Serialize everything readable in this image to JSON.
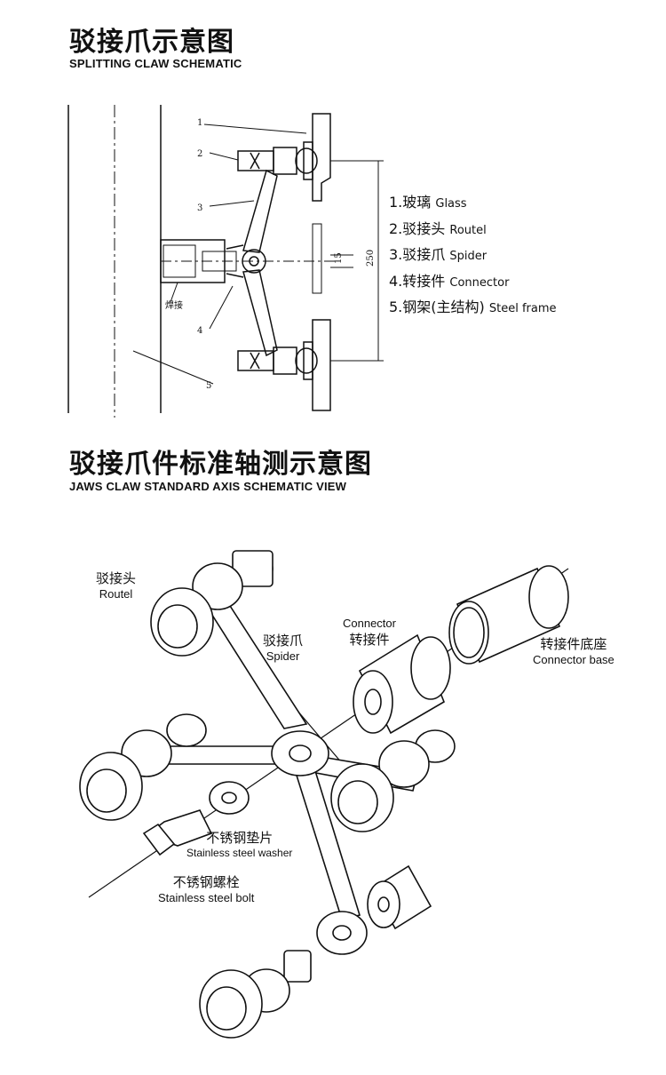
{
  "section1": {
    "title_cn": "驳接爪示意图",
    "title_en": "SPLITTING CLAW SCHEMATIC",
    "callouts": [
      "1",
      "2",
      "3",
      "4",
      "5"
    ],
    "weld_label": "焊接",
    "dim_15": "15",
    "dim_250": "250",
    "legend": [
      {
        "num_cn": "1.玻璃",
        "en": "Glass"
      },
      {
        "num_cn": "2.驳接头",
        "en": "Routel"
      },
      {
        "num_cn": "3.驳接爪",
        "en": "Spider"
      },
      {
        "num_cn": "4.转接件",
        "en": "Connector"
      },
      {
        "num_cn": "5.钢架(主结构)",
        "en": "Steel frame"
      }
    ]
  },
  "section2": {
    "title_cn": "驳接爪件标准轴测示意图",
    "title_en": "JAWS CLAW STANDARD AXIS SCHEMATIC VIEW",
    "labels": {
      "routel": {
        "cn": "驳接头",
        "en": "Routel"
      },
      "spider": {
        "cn": "驳接爪",
        "en": "Spider"
      },
      "connector": {
        "en_top": "Connector",
        "cn": "转接件"
      },
      "connector_base": {
        "cn": "转接件底座",
        "en": "Connector base"
      },
      "washer": {
        "cn": "不锈钢垫片",
        "en": "Stainless steel washer"
      },
      "bolt": {
        "cn": "不锈钢螺栓",
        "en": "Stainless steel bolt"
      }
    }
  },
  "colors": {
    "line": "#111111",
    "background": "#ffffff"
  }
}
